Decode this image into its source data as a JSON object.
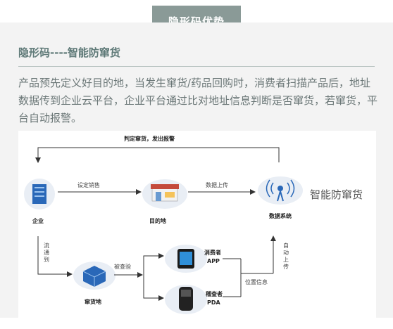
{
  "header": {
    "tag": "隐形码优势"
  },
  "section": {
    "title": "隐形码----智能防窜货",
    "paragraph": "产品预先定义好目的地，当发生窜货/药品回购时，消费者扫描产品后，地址数据传到企业云平台，企业平台通过比对地址信息判断是否窜货，若窜货，平台自动报警。"
  },
  "diagram": {
    "top_arrow_label": "判定窜货，发出报警",
    "nodes": {
      "enterprise": "企业",
      "destination": "目的地",
      "data_system": "数据系统",
      "smart_anti": "智能防窜货",
      "diversion_site": "窜货地",
      "consumer_line1": "消费者",
      "consumer_line2": "APP",
      "inspector_line1": "稽查者",
      "inspector_line2": "PDA"
    },
    "edges": {
      "set_sales": "设定销售",
      "data_upload": "数据上传",
      "flow_to": "流\n通\n到",
      "inspected": "被查验",
      "location_info": "位置信息",
      "auto_upload": "自\n动\n上\n传"
    }
  }
}
